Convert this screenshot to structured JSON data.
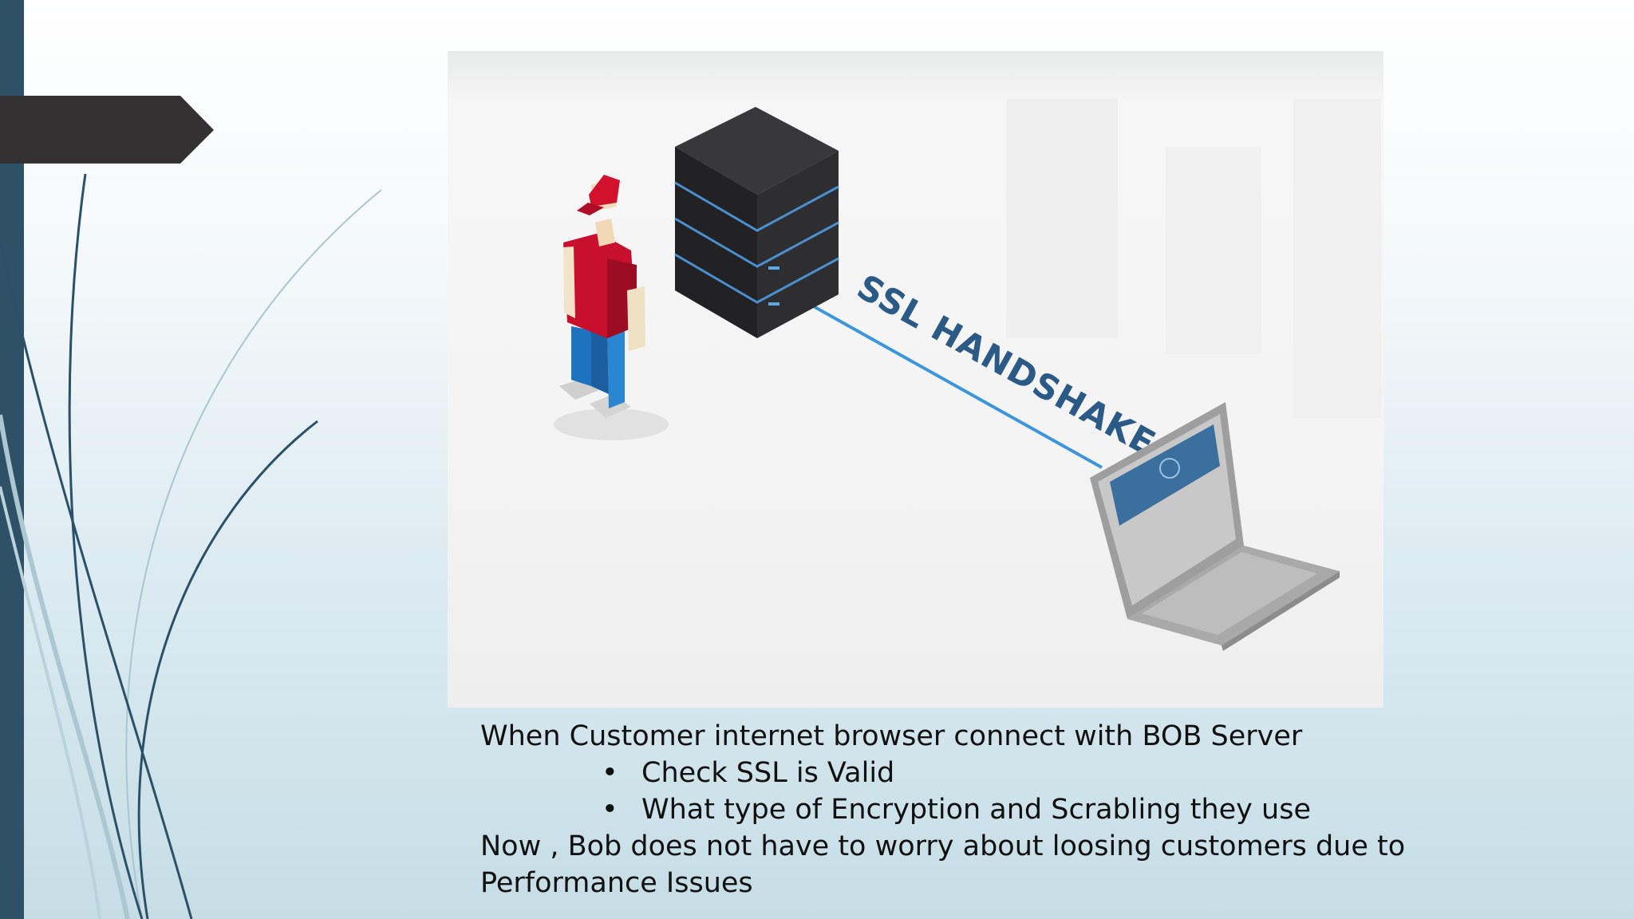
{
  "colors": {
    "sidebar": "#2e5168",
    "title_tab": "#333132",
    "curve_dark": "#2b5169",
    "curve_light": "#9fbfcc",
    "shirt_red": "#c8102e",
    "jeans_blue": "#1e73be",
    "handshake_line": "#3c96dc",
    "server_black": "#2a2a2c"
  },
  "figure": {
    "label": "SSL HANDSHAKE",
    "icons": [
      "person-icon",
      "server-stack-icon",
      "laptop-icon"
    ]
  },
  "body": {
    "line1": "When Customer internet browser connect with BOB Server",
    "bullet_char": "•",
    "bullets": [
      "Check SSL is Valid",
      "What type of Encryption and Scrabling they use"
    ],
    "line2": "Now , Bob does not have to worry about loosing customers due to Performance Issues"
  }
}
